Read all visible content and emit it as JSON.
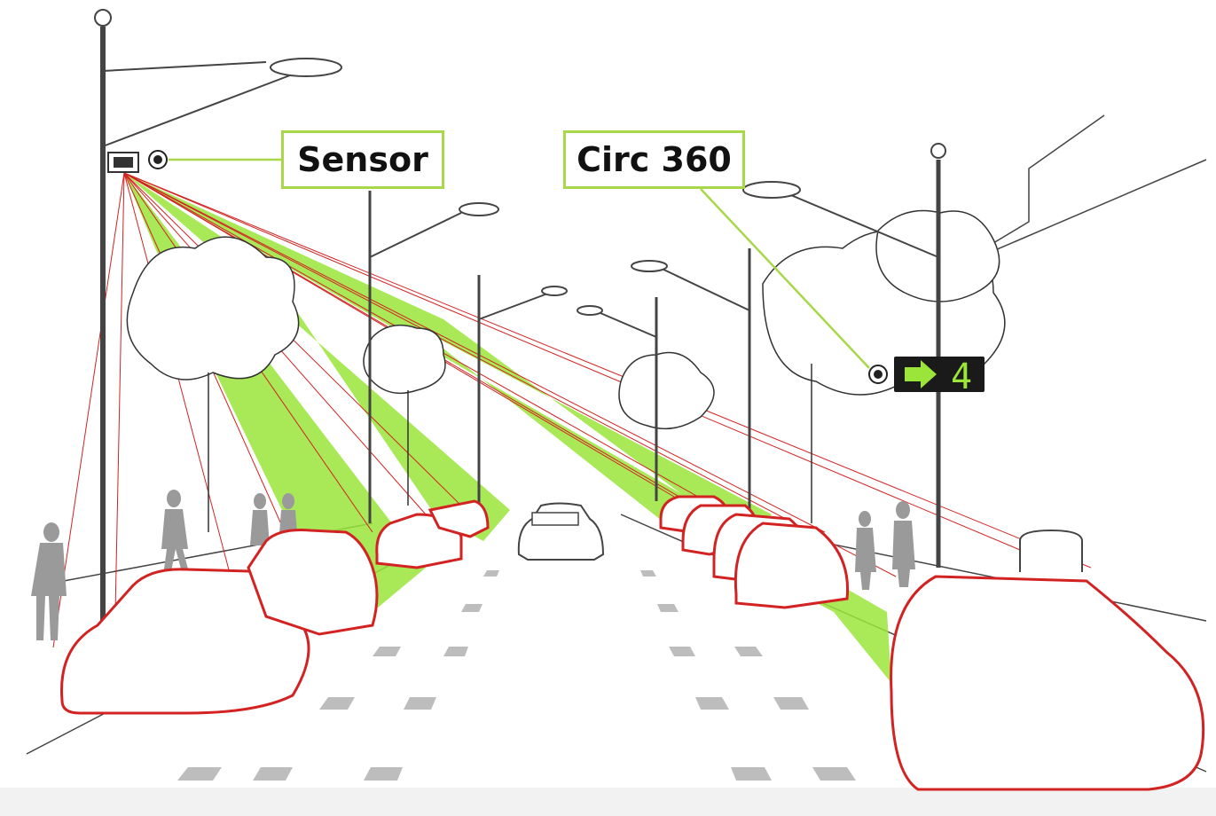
{
  "labels": {
    "sensor": "Sensor",
    "circ360": "Circ 360"
  },
  "sign": {
    "arrow_icon": "right-arrow-icon",
    "number": "4"
  },
  "colors": {
    "accent_green": "#a8d84a",
    "beam_green": "#9be53a",
    "occupied_red": "#d32222",
    "line_gray": "#555555"
  }
}
